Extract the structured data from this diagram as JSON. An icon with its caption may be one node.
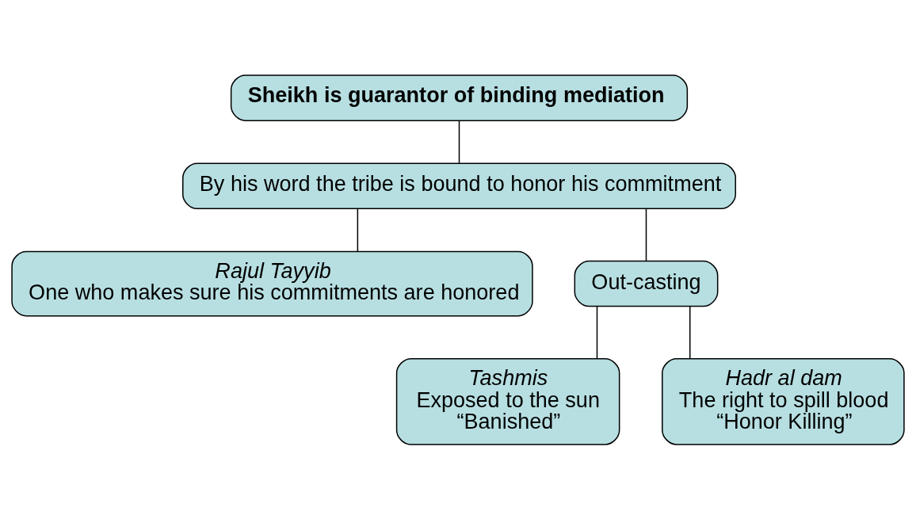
{
  "diagram": {
    "nodes": [
      {
        "text": [
          "Sheikh is guarantor of binding mediation"
        ]
      },
      {
        "text": [
          "By his word the tribe is bound to honor his commitment"
        ]
      },
      {
        "text": [
          "Rajul Tayyib",
          "One who makes sure his commitments are honored"
        ]
      },
      {
        "text": [
          "Out-casting"
        ]
      },
      {
        "text": [
          "Tashmis",
          "Exposed to the sun",
          "“Banished”"
        ]
      },
      {
        "text": [
          "Hadr al dam",
          "The right to spill blood",
          "“Honor Killing”"
        ]
      }
    ],
    "edges": [
      {
        "from": 0,
        "to": 1,
        "arrow": "none"
      },
      {
        "from": 1,
        "to": 2,
        "arrow": "none"
      },
      {
        "from": 1,
        "to": 3,
        "arrow": "none"
      },
      {
        "from": 3,
        "to": 4,
        "arrow": "none"
      },
      {
        "from": 3,
        "to": 5,
        "arrow": "none"
      }
    ]
  }
}
